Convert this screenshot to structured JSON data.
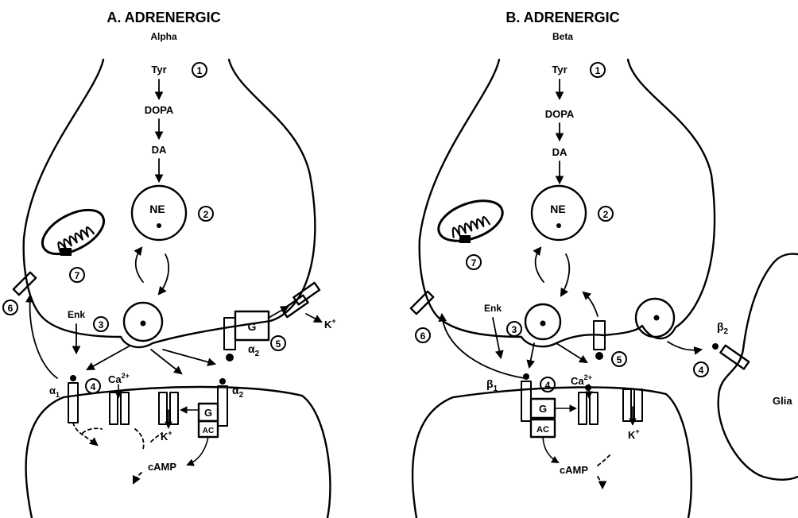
{
  "panel_a": {
    "title": "A.  ADRENERGIC",
    "subtitle": "Alpha",
    "pathway": [
      "Tyr",
      "DOPA",
      "DA"
    ],
    "vesicle": "NE",
    "markers": [
      "1",
      "2",
      "3",
      "4",
      "5",
      "6",
      "7"
    ],
    "enk": "Enk",
    "ca": "Ca",
    "ca_sup": "2+",
    "k_pre": "K",
    "k_post": "K",
    "plus": "+",
    "g": "G",
    "g_post": "G",
    "ac": "AC",
    "camp": "cAMP",
    "alpha1": "α",
    "alpha1_sub": "1",
    "alpha2_pre": "α",
    "alpha2_pre_sub": "2",
    "alpha2_post": "α",
    "alpha2_post_sub": "2"
  },
  "panel_b": {
    "title": "B.  ADRENERGIC",
    "subtitle": "Beta",
    "pathway": [
      "Tyr",
      "DOPA",
      "DA"
    ],
    "vesicle": "NE",
    "markers": [
      "1",
      "2",
      "3",
      "4",
      "4",
      "5",
      "6",
      "7"
    ],
    "enk": "Enk",
    "ca": "Ca",
    "ca_sup": "2+",
    "k_post": "K",
    "plus": "+",
    "g": "G",
    "ac": "AC",
    "camp": "cAMP",
    "beta1": "β",
    "beta1_sub": "1",
    "beta2": "β",
    "beta2_sub": "2",
    "glia": "Glia"
  }
}
